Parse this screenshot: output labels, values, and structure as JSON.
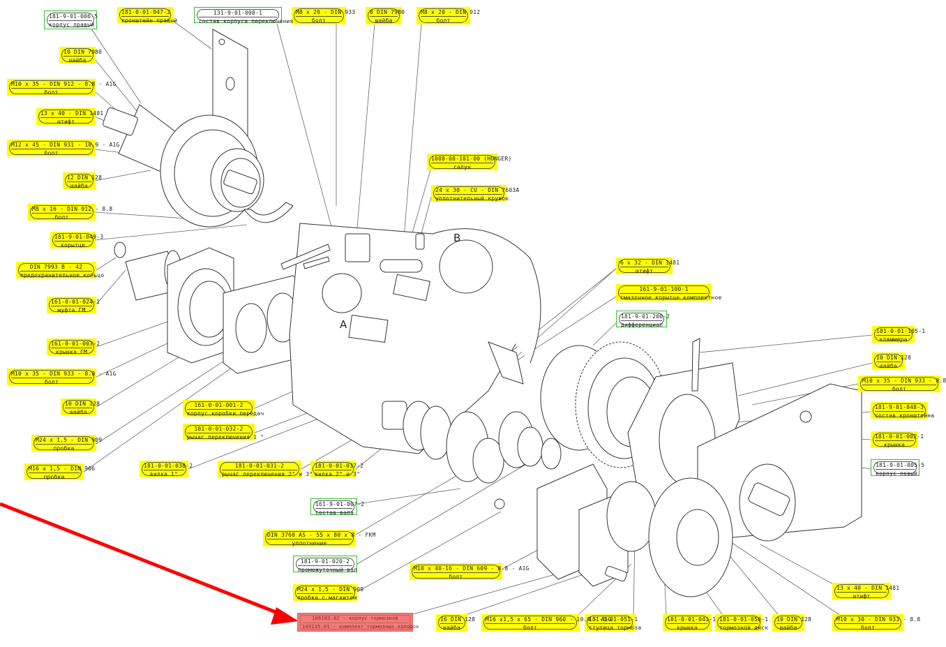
{
  "diagram": {
    "title": "Gearbox exploded assembly",
    "detail_markers": [
      "A",
      "B"
    ],
    "nameplate": "nameplate-icon",
    "highlight_arrow_color": "#ff0000",
    "label_colors": {
      "standard": "#ffff00",
      "assembly": "#2ec02e",
      "highlight": "#f07a7a"
    }
  },
  "labels": [
    {
      "code": "181-9-01-006-5",
      "name": "корпус правый",
      "kind": "green"
    },
    {
      "code": "181-0-01-047-2",
      "name": "кронштейн правый",
      "kind": "yellow"
    },
    {
      "code": "131-9-01-008-1",
      "name": "состав корпуса переключения",
      "kind": "green"
    },
    {
      "code": "M8 x 20 - DIN 933",
      "name": "болт",
      "kind": "yellow"
    },
    {
      "code": "8 DIN 7980",
      "name": "шайба",
      "kind": "yellow"
    },
    {
      "code": "M8 x 20 - DIN 912",
      "name": "болт",
      "kind": "yellow"
    },
    {
      "code": "10 DIN 7980",
      "name": "шайба",
      "kind": "yellow"
    },
    {
      "code": "M10 x 35 - DIN 912 - 8.8 - A1G",
      "name": "болт",
      "kind": "yellow"
    },
    {
      "code": "13 x 40 - DIN 1481",
      "name": "штифт",
      "kind": "yellow"
    },
    {
      "code": "M12 x 45 - DIN 931 - 10.9 - A1G",
      "name": "болт",
      "kind": "yellow"
    },
    {
      "code": "12 DIN 128",
      "name": "шайба",
      "kind": "yellow"
    },
    {
      "code": "M8 x 16 - DIN 912 - 8.8",
      "name": "болт",
      "kind": "yellow"
    },
    {
      "code": "181-9-01-049-3",
      "name": "корытце",
      "kind": "yellow"
    },
    {
      "code": "DIN 7993 B - 42",
      "name": "предохранительное кольцо",
      "kind": "yellow"
    },
    {
      "code": "161-0-01-024-1",
      "name": "муфта ГМ",
      "kind": "yellow"
    },
    {
      "code": "161-0-01-003-2",
      "name": "крышка ГМ",
      "kind": "yellow"
    },
    {
      "code": "M10 x 35 - DIN 933 - 8.8 - A1G",
      "name": "болт",
      "kind": "yellow"
    },
    {
      "code": "10 DIN 128",
      "name": "шайба",
      "kind": "yellow"
    },
    {
      "code": "M24 x 1,5 - DIN 909",
      "name": "пробка",
      "kind": "yellow"
    },
    {
      "code": "M16 x 1,5 - DIN 906",
      "name": "пробка",
      "kind": "yellow"
    },
    {
      "code": "161-0-01-001-2",
      "name": "корпус коробки передач",
      "kind": "yellow"
    },
    {
      "code": "181-0-01-032-2",
      "name": "рычаг переключения 1 °",
      "kind": "yellow"
    },
    {
      "code": "181-0-01-038-2",
      "name": "вилка 1°",
      "kind": "yellow"
    },
    {
      "code": "181-0-01-031-2",
      "name": "рычаг переключения 2° и 3°",
      "kind": "yellow"
    },
    {
      "code": "181-0-01-037-2",
      "name": "вилка 2° и 3°",
      "kind": "yellow"
    },
    {
      "code": "1088-08-101-00 (HUNGER)",
      "name": "сапун",
      "kind": "yellow"
    },
    {
      "code": "24 x 30 - CU - DIN 7603A",
      "name": "уплотнительный кружок",
      "kind": "yellow"
    },
    {
      "code": "6 x 32 - DIN 1481",
      "name": "штифт",
      "kind": "yellow"
    },
    {
      "code": "161-9-01-100-1",
      "name": "смазочное корытце комплектное",
      "kind": "yellow"
    },
    {
      "code": "181-9-01-200-2",
      "name": "дифференциал",
      "kind": "green"
    },
    {
      "code": "181-0-01-105-1",
      "name": "кляммера",
      "kind": "yellow"
    },
    {
      "code": "10 DIN 128",
      "name": "шайба",
      "kind": "yellow"
    },
    {
      "code": "M10 x 35 - DIN 933 - 8.8 - A1G",
      "name": "болт",
      "kind": "yellow"
    },
    {
      "code": "181-9-01-048-3",
      "name": "состав кронштейна",
      "kind": "yellow"
    },
    {
      "code": "181-0-01-002-1",
      "name": "крышка",
      "kind": "yellow"
    },
    {
      "code": "181-9-01-005-5",
      "name": "корпус левый",
      "kind": "green"
    },
    {
      "code": "161-9-01-007-2",
      "name": "состав вала",
      "kind": "green"
    },
    {
      "code": "DIN 3760 AS - 55 x 80 x 8 - FKM",
      "name": "уплотнение",
      "kind": "yellow"
    },
    {
      "code": "181-9-01-020-2",
      "name": "промежуточный вал",
      "kind": "green"
    },
    {
      "code": "M24 x 1,5 - DIN 909",
      "name": "пробка с магнитом",
      "kind": "yellow"
    },
    {
      "code": "M10 x 40-16 - DIN 609 - 8.8 - A1G",
      "name": "болт",
      "kind": "yellow"
    },
    {
      "code": "106183.02 - корпус тормозной",
      "name": "149135.01 - комплект тормозных колодок",
      "kind": "pink"
    },
    {
      "code": "16 DIN 128",
      "name": "шайба",
      "kind": "yellow"
    },
    {
      "code": "M16 x1,5 x 65 - DIN 960 - 10.9 - A1G",
      "name": "болт",
      "kind": "yellow"
    },
    {
      "code": "181-0-01-051-1",
      "name": "ступица тормоза",
      "kind": "yellow"
    },
    {
      "code": "181-0-01-041-1",
      "name": "крышка",
      "kind": "yellow"
    },
    {
      "code": "181-0-01-050-1",
      "name": "тормозной диск",
      "kind": "yellow"
    },
    {
      "code": "10 DIN 128",
      "name": "шайба",
      "kind": "yellow"
    },
    {
      "code": "13 x 40 - DIN 1481",
      "name": "штифт",
      "kind": "yellow"
    },
    {
      "code": "M10 x 30 - DIN 933 - 8.8",
      "name": "болт",
      "kind": "yellow"
    }
  ]
}
